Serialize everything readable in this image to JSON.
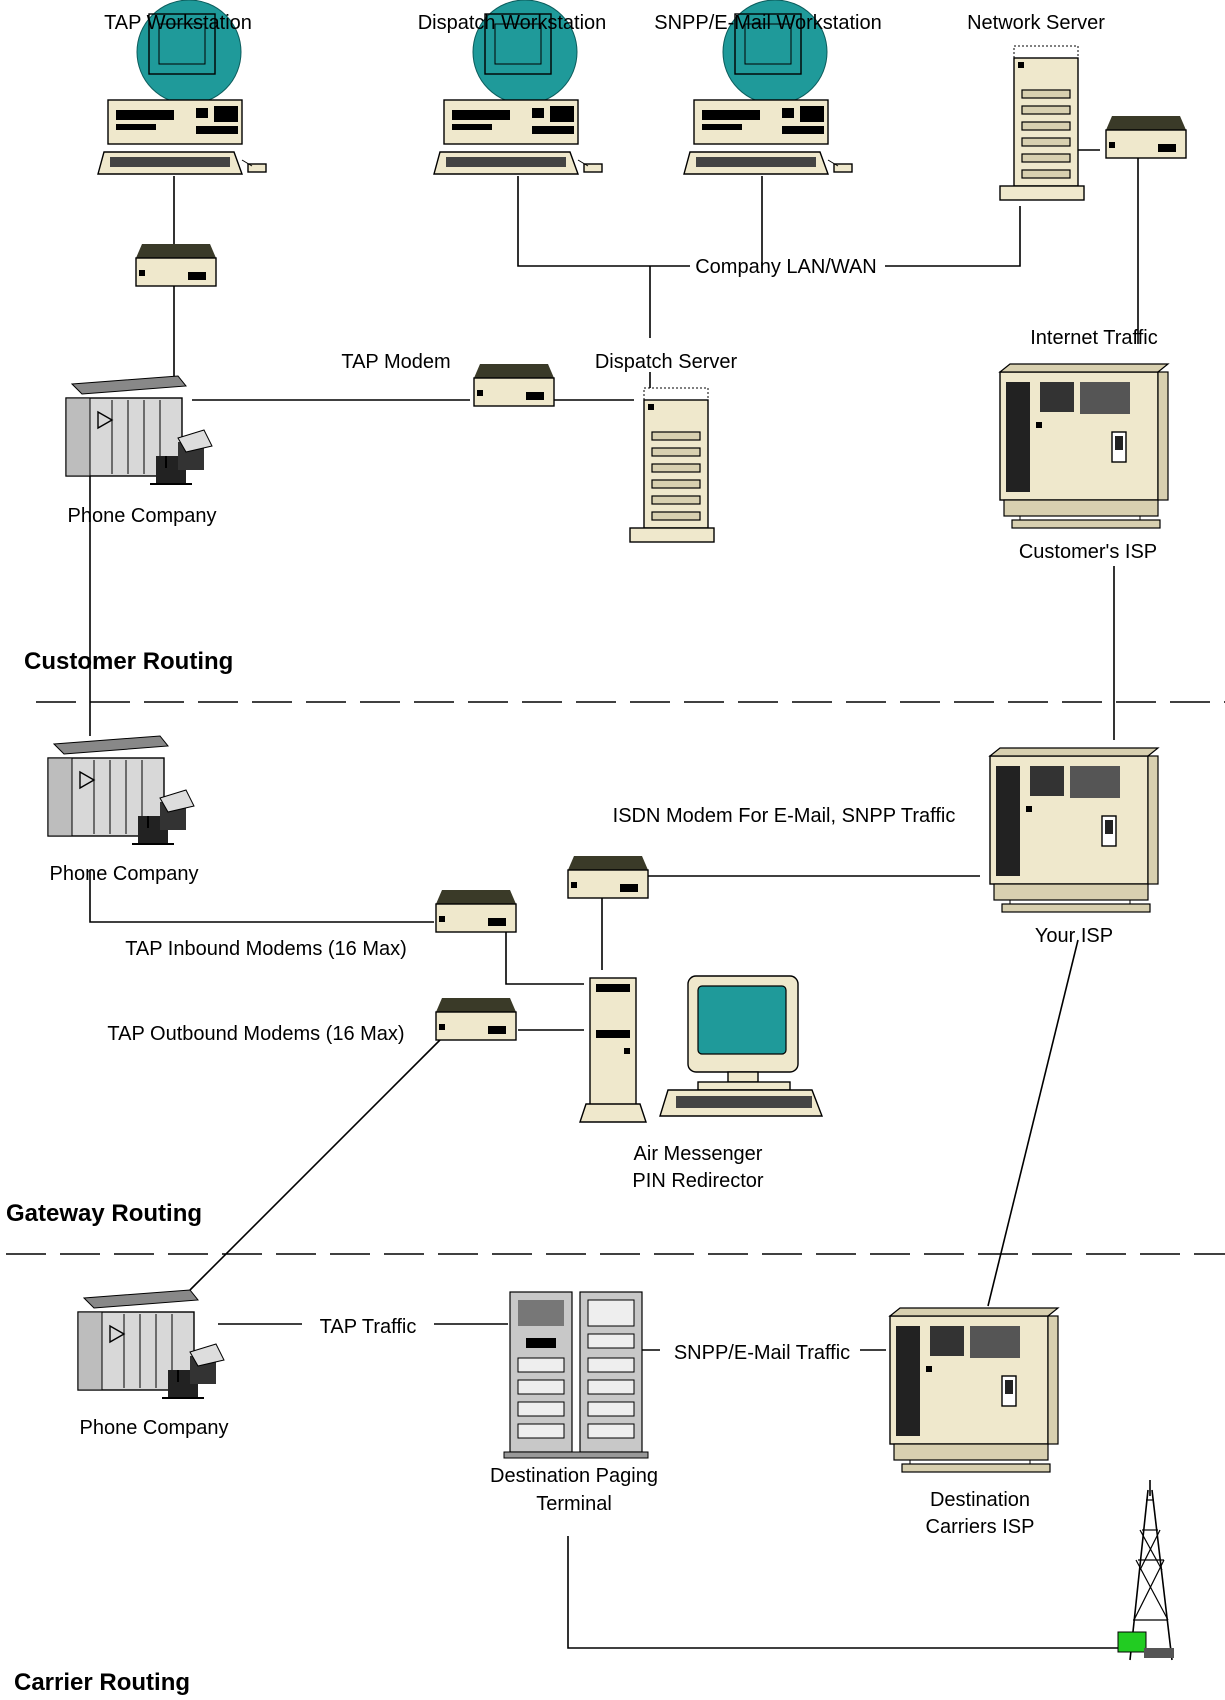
{
  "labels": {
    "tap_workstation": "TAP Workstation",
    "dispatch_workstation": "Dispatch Workstation",
    "snpp_workstation": "SNPP/E-Mail Workstation",
    "network_server": "Network Server",
    "company_lan": "Company LAN/WAN",
    "tap_modem": "TAP Modem",
    "dispatch_server": "Dispatch Server",
    "internet_traffic": "Internet Traffic",
    "phone_company_1": "Phone Company",
    "customers_isp": "Customer's ISP",
    "phone_company_2": "Phone Company",
    "isdn_modem": "ISDN Modem For E-Mail, SNPP Traffic",
    "your_isp": "Your ISP",
    "tap_inbound": "TAP Inbound Modems (16 Max)",
    "tap_outbound": "TAP Outbound Modems (16 Max)",
    "air_messenger_1": "Air Messenger",
    "air_messenger_2": "PIN Redirector",
    "tap_traffic": "TAP Traffic",
    "snpp_traffic": "SNPP/E-Mail Traffic",
    "phone_company_3": "Phone Company",
    "dest_paging_1": "Destination Paging",
    "dest_paging_2": "Terminal",
    "dest_isp_1": "Destination",
    "dest_isp_2": "Carriers ISP"
  },
  "sections": {
    "customer": "Customer Routing",
    "gateway": "Gateway Routing",
    "carrier": "Carrier Routing"
  },
  "colors": {
    "monitor_teal": "#1f9a9a",
    "beige": "#efe8cc",
    "tower_green": "#22cc22"
  }
}
